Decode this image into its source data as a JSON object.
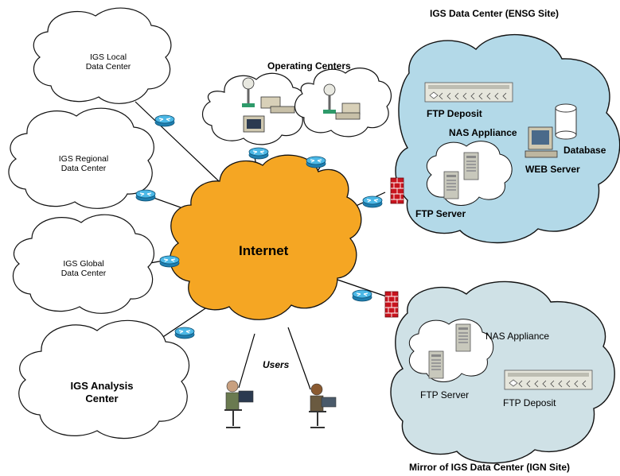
{
  "internet": {
    "label": "Internet",
    "color": "#f5a623"
  },
  "clouds": {
    "local": {
      "line1": "IGS Local",
      "line2": "Data Center"
    },
    "regional": {
      "line1": "IGS Regional",
      "line2": "Data Center"
    },
    "global": {
      "line1": "IGS Global",
      "line2": "Data Center"
    },
    "analysis": {
      "line1": "IGS Analysis",
      "line2": "Center"
    }
  },
  "operating_centers": {
    "label": "Operating Centers"
  },
  "users": {
    "label": "Users"
  },
  "ensg": {
    "title": "IGS Data Center (ENSG Site)",
    "ftp_deposit": "FTP Deposit",
    "nas": "NAS Appliance",
    "ftp_server": "FTP Server",
    "database": "Database",
    "web_server": "WEB Server",
    "color": "#b3d9e8"
  },
  "ign": {
    "title": "Mirror of IGS Data Center (IGN Site)",
    "nas": "NAS Appliance",
    "ftp_server": "FTP Server",
    "ftp_deposit": "FTP Deposit",
    "color": "#cfe1e6"
  },
  "colors": {
    "router": "#3aa6d8",
    "firewall": "#c8141e"
  }
}
